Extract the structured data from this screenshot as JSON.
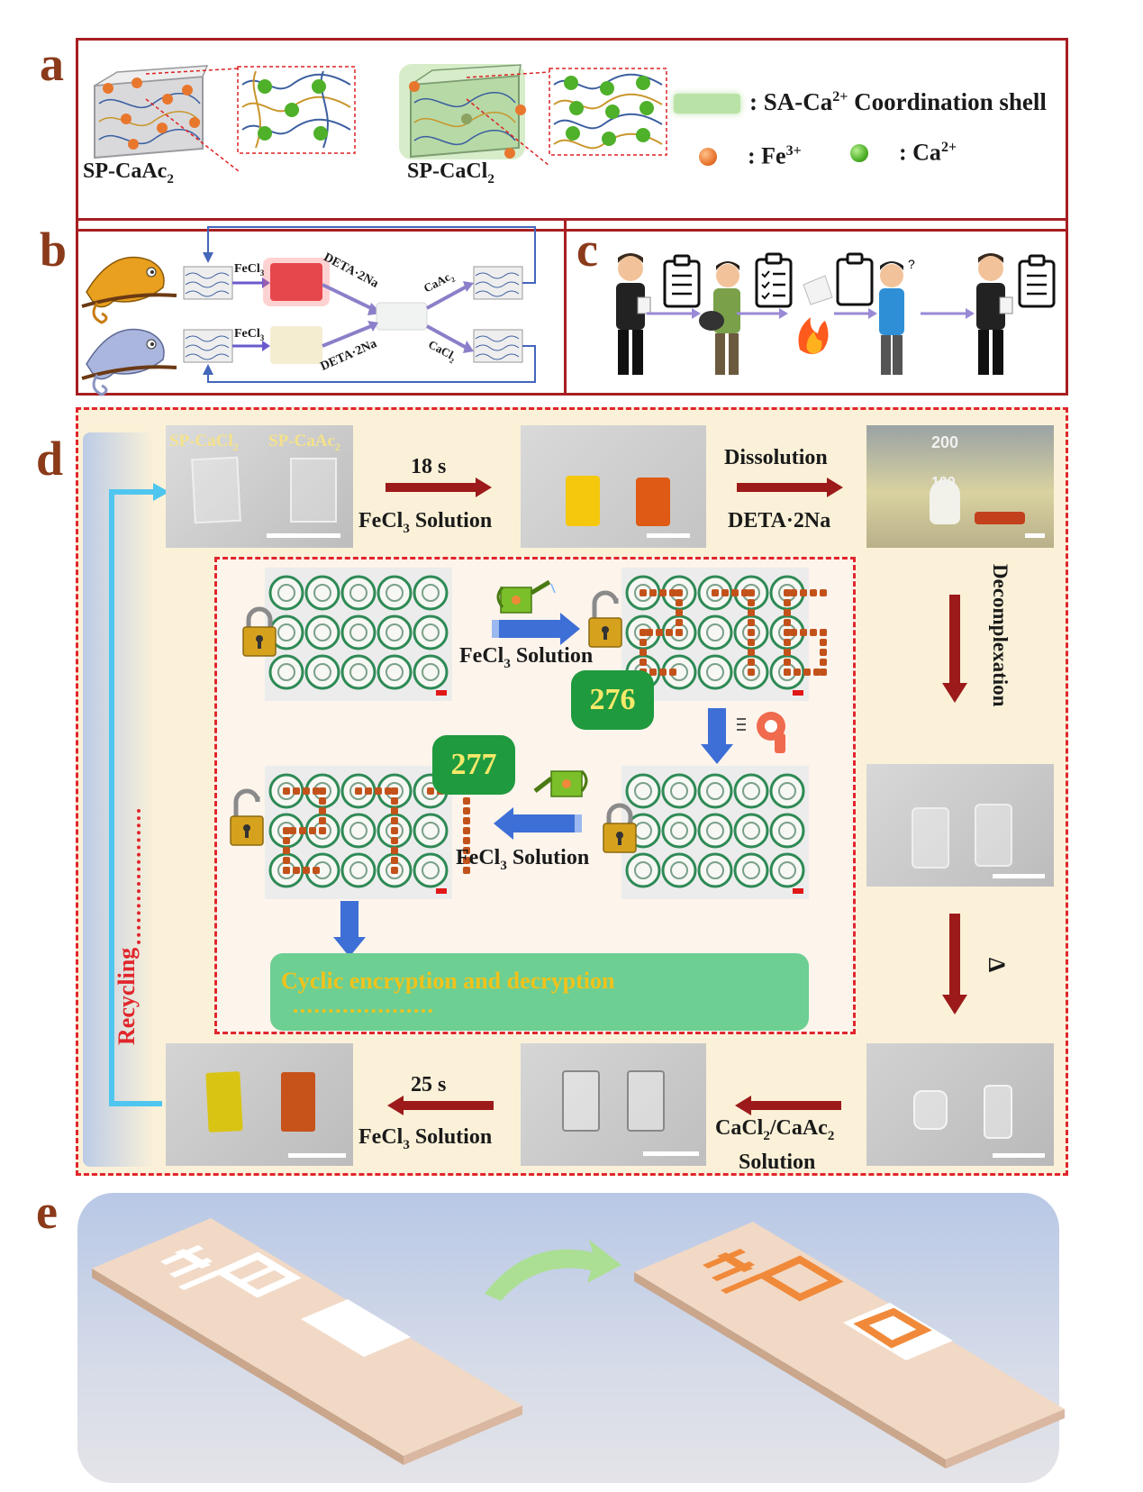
{
  "panels": {
    "a": "a",
    "b": "b",
    "c": "c",
    "d": "d",
    "e": "e"
  },
  "panel_a": {
    "sample_left": "SP-CaAc",
    "sample_left_sub": "2",
    "sample_right": "SP-CaCl",
    "sample_right_sub": "2",
    "legend_shell": ": SA-Ca",
    "legend_shell_sup": "2+",
    "legend_shell_tail": " Coordination shell",
    "legend_fe": ": Fe",
    "legend_fe_sup": "3+",
    "legend_ca": ": Ca",
    "legend_ca_sup": "2+",
    "colors": {
      "fe": "#e8772e",
      "ca": "#4fb02a",
      "shell": "#b9e3a6"
    }
  },
  "panel_b": {
    "top_reagent": "FeCl",
    "top_reagent_sub": "3",
    "bottom_reagent": "FeCl",
    "bottom_reagent_sub": "3",
    "top_dissolve": "DETA·2Na",
    "bottom_dissolve": "DETA·2Na",
    "top_salt": "CaAc",
    "top_salt_sub": "2",
    "bottom_salt": "CaCl",
    "bottom_salt_sub": "2",
    "icons": [
      "chameleon-orange-icon",
      "chameleon-blue-icon"
    ]
  },
  "panel_c": {
    "icons": [
      "person-with-clipboard-icon",
      "clipboard-icon",
      "bowing-person-icon",
      "checklist-icon",
      "fire-icon",
      "confused-person-icon",
      "question-mark-icon"
    ]
  },
  "panel_d": {
    "top_photo_labels": [
      "SP-CaCl",
      "SP-CaAc"
    ],
    "top_photo_label_subs": [
      "2",
      "2"
    ],
    "step1_time": "18 s",
    "step1_solution": "FeCl",
    "step1_solution_sub": "3",
    "step1_solution_tail": " Solution",
    "step2_top": "Dissolution",
    "step2_bottom": "DETA·2Na",
    "beaker_mark": "200",
    "beaker_mark2": "100",
    "step3": "Decomplexation",
    "step4": "Δ",
    "step5_line1": "CaCl",
    "step5_line1_sub": "2",
    "step5_line1_mid": "/CaAc",
    "step5_line1_sub2": "2",
    "step5_line2": "Solution",
    "step6_time": "25 s",
    "step6_solution": "FeCl",
    "step6_solution_sub": "3",
    "step6_solution_tail": " Solution",
    "recycling": "Recycling",
    "inner": {
      "arrow1_solution": "FeCl",
      "arrow1_sub": "3",
      "arrow1_tail": " Solution",
      "arrow2_solution": "FeCl",
      "arrow2_sub": "3",
      "arrow2_tail": " Solution",
      "code1": "276",
      "code2": "277",
      "cyclic": "Cyclic encryption and decryption",
      "icons": [
        "lock-closed-icon",
        "lock-open-icon",
        "watering-can-icon",
        "hair-dryer-icon"
      ]
    }
  },
  "panel_e": {
    "icons": [
      "plain-strip-icon",
      "curved-arrow-icon",
      "colored-strip-icon"
    ],
    "colors": {
      "strip": "#e9cdb8",
      "digit": "#f08a3a",
      "bg_top": "#b8c8e6",
      "bg_bottom": "#dfe0e6"
    }
  }
}
